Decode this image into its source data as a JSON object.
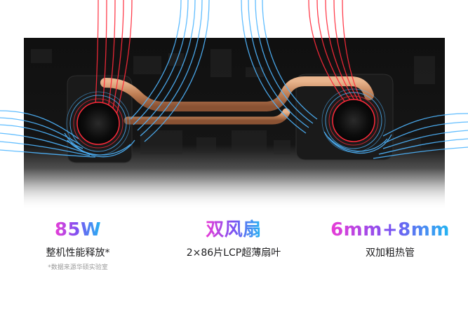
{
  "specs": [
    {
      "headline": "85W",
      "subtitle": "整机性能释放*",
      "footnote": "*数据来源华硕实验室"
    },
    {
      "headline": "双风扇",
      "subtitle": "2×86片LCP超薄扇叶",
      "footnote": ""
    },
    {
      "headline": "6mm+8mm",
      "subtitle": "双加粗热管",
      "footnote": ""
    }
  ],
  "colors": {
    "hot_airflow": "#ff2a3a",
    "cool_airflow": "#4fb6ff",
    "heatpipe": "#c98c5e",
    "chassis": "#141414",
    "headline_gradient": [
      "#e93cd6",
      "#7b52f2",
      "#23b6f2"
    ]
  }
}
